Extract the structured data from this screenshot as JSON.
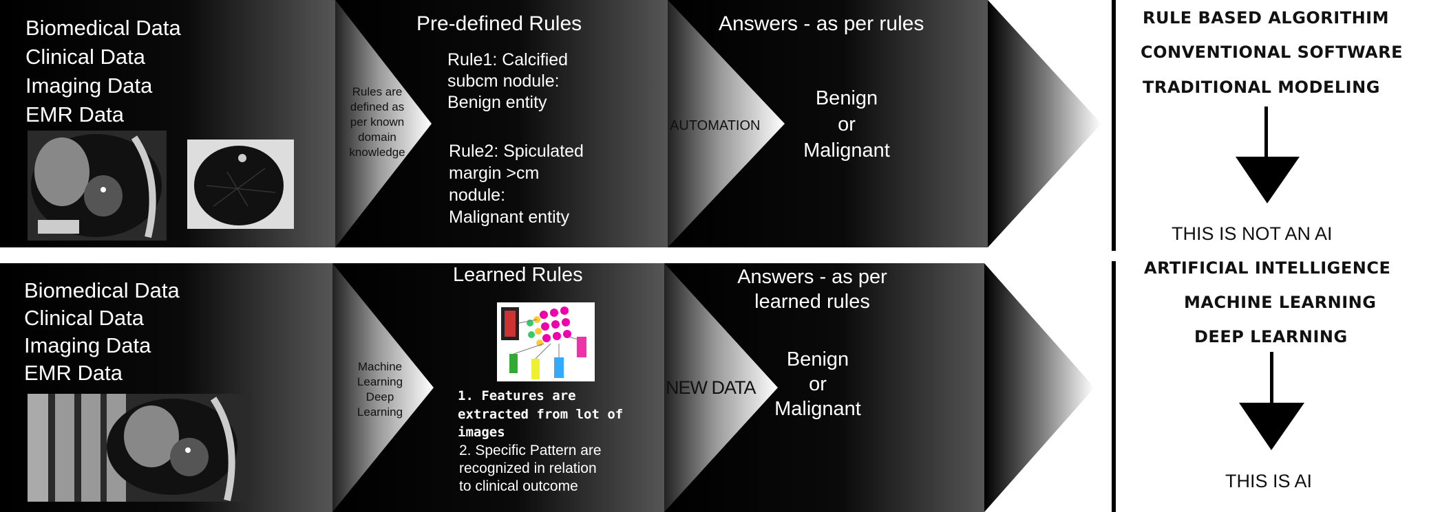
{
  "top_row": {
    "data_lines": "Biomedical Data\nClinical Data\nImaging Data\nEMR Data",
    "connector1_text": "Rules are\ndefined as\nper known\ndomain\nknowledge",
    "rules_title": "Pre-defined Rules",
    "rule1": "Rule1: Calcified\nsubcm nodule:\nBenign entity",
    "rule2": "Rule2: Spiculated\nmargin >cm\nnodule:\nMalignant entity",
    "connector2_text": "AUTOMATION",
    "answers_title": "Answers - as per rules",
    "answers_value": "Benign\nor\nMalignant"
  },
  "bottom_row": {
    "data_lines": "Biomedical Data\nClinical Data\nImaging Data\nEMR Data",
    "connector1_text": "Machine\nLearning\nDeep\nLearning",
    "rules_title": "Learned Rules",
    "feature1": "1.  Features are\nextracted from lot of\nimages",
    "feature2": "2. Specific  Pattern are\nrecognized in relation\nto clinical outcome",
    "connector2_text": "NEW DATA",
    "answers_title": "Answers - as per\nlearned rules",
    "answers_value": "Benign\nor\nMalignant"
  },
  "right_panel": {
    "top_items": [
      "RULE BASED ALGORITHIM",
      "CONVENTIONAL SOFTWARE",
      "TRADITIONAL MODELING"
    ],
    "top_conclusion": "THIS IS NOT AN AI",
    "bottom_items": [
      "ARTIFICIAL INTELLIGENCE",
      "MACHINE LEARNING",
      "DEEP LEARNING"
    ],
    "bottom_conclusion": "THIS IS AI"
  }
}
